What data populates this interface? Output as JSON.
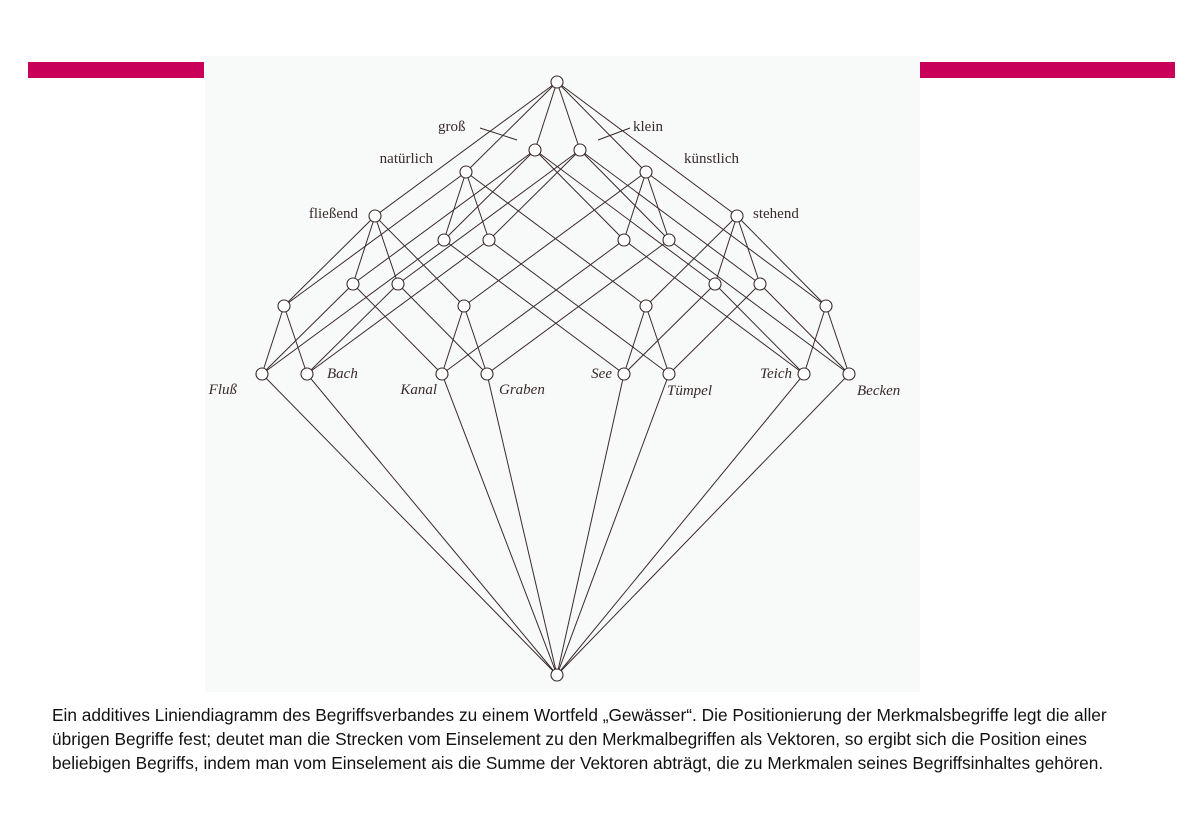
{
  "colors": {
    "accent_bar": "#c8005a",
    "line": "#3a2a2a"
  },
  "diagram": {
    "attributes": [
      {
        "id": "gross",
        "label": "groß"
      },
      {
        "id": "klein",
        "label": "klein"
      },
      {
        "id": "natuerlich",
        "label": "natürlich"
      },
      {
        "id": "kuenstlich",
        "label": "künstlich"
      },
      {
        "id": "fliessend",
        "label": "fließend"
      },
      {
        "id": "stehend",
        "label": "stehend"
      }
    ],
    "objects": [
      {
        "label": "Fluß",
        "attributes": [
          "gross",
          "natuerlich",
          "fliessend"
        ]
      },
      {
        "label": "Bach",
        "attributes": [
          "klein",
          "natuerlich",
          "fliessend"
        ]
      },
      {
        "label": "Kanal",
        "attributes": [
          "gross",
          "kuenstlich",
          "fliessend"
        ]
      },
      {
        "label": "Graben",
        "attributes": [
          "klein",
          "kuenstlich",
          "fliessend"
        ]
      },
      {
        "label": "See",
        "attributes": [
          "gross",
          "natuerlich",
          "stehend"
        ]
      },
      {
        "label": "Tümpel",
        "attributes": [
          "klein",
          "natuerlich",
          "stehend"
        ]
      },
      {
        "label": "Teich",
        "attributes": [
          "gross",
          "kuenstlich",
          "stehend"
        ]
      },
      {
        "label": "Becken",
        "attributes": [
          "klein",
          "kuenstlich",
          "stehend"
        ]
      }
    ]
  },
  "caption": "Ein additives Liniendiagramm des Begriffsverbandes zu einem Wortfeld „Gewässer“. Die Positionierung der Merkmalsbegriffe legt die aller übrigen Begriffe fest; deutet man die Strecken vom Einselement zu den Merkmalbegriffen als Vektoren, so ergibt sich die Position eines beliebigen Begriffs, indem man vom Einselement ais die Summe der Vektoren abträgt, die zu Merkmalen seines Begriffsinhaltes gehören."
}
